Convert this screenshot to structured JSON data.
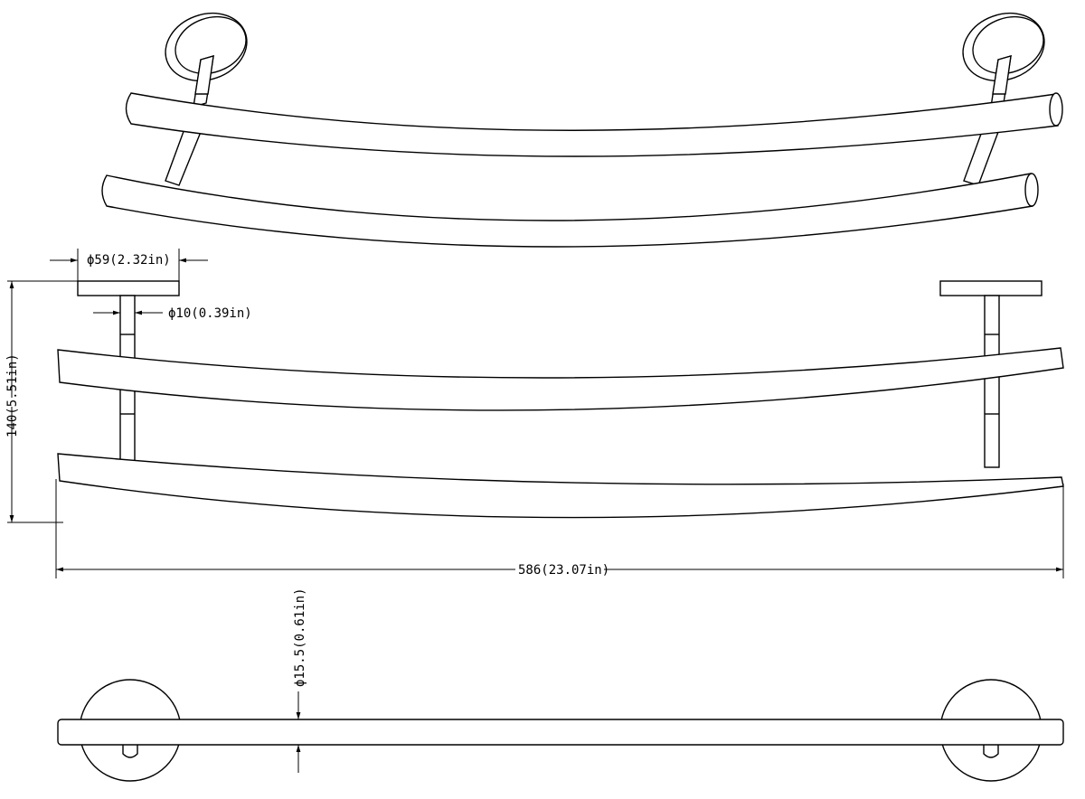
{
  "dimensions": {
    "base_diameter": "ϕ59(2.32in)",
    "post_diameter": "ϕ10(0.39in)",
    "height": "140(5.51in)",
    "width": "586(23.07in)",
    "bar_diameter": "ϕ15.5(0.61in)"
  },
  "views": [
    "perspective",
    "front",
    "top"
  ]
}
